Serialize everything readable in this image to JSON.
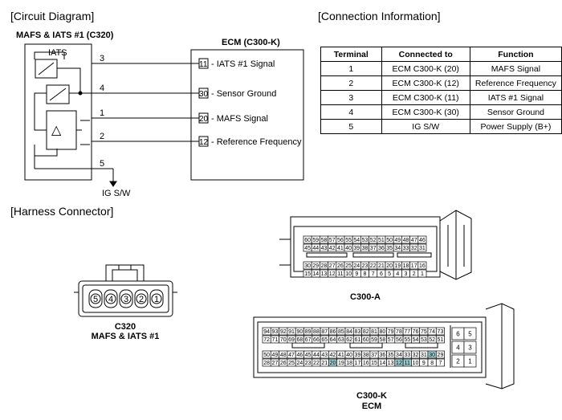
{
  "sections": {
    "circuit": "[Circuit Diagram]",
    "connection": "[Connection Information]",
    "harness": "[Harness Connector]"
  },
  "circuit": {
    "sensor_title": "MAFS & IATS #1 (C320)",
    "iats_label": "IATS",
    "triangle": "△",
    "ecm_title": "ECM (C300-K)",
    "sensor_pins": [
      "3",
      "4",
      "1",
      "2",
      "5"
    ],
    "ecm_pins": [
      {
        "pin": "11",
        "signal": "- IATS #1 Signal"
      },
      {
        "pin": "30",
        "signal": "- Sensor Ground"
      },
      {
        "pin": "20",
        "signal": "- MAFS Signal"
      },
      {
        "pin": "12",
        "signal": "- Reference Frequency"
      }
    ],
    "igsw": "IG S/W"
  },
  "connection_table": {
    "headers": [
      "Terminal",
      "Connected to",
      "Function"
    ],
    "rows": [
      [
        "1",
        "ECM C300-K (20)",
        "MAFS Signal"
      ],
      [
        "2",
        "ECM C300-K (12)",
        "Reference Frequency"
      ],
      [
        "3",
        "ECM C300-K (11)",
        "IATS #1 Signal"
      ],
      [
        "4",
        "ECM C300-K (30)",
        "Sensor Ground"
      ],
      [
        "5",
        "IG S/W",
        "Power Supply (B+)"
      ]
    ]
  },
  "c320": {
    "pins": [
      "5",
      "4",
      "3",
      "2",
      "1"
    ],
    "name": "C320",
    "desc": "MAFS & IATS #1"
  },
  "c300a": {
    "rows": [
      [
        "60",
        "59",
        "58",
        "57",
        "56",
        "55",
        "54",
        "53",
        "52",
        "51",
        "50",
        "49",
        "48",
        "47",
        "46"
      ],
      [
        "45",
        "44",
        "43",
        "42",
        "41",
        "40",
        "39",
        "38",
        "37",
        "36",
        "35",
        "34",
        "33",
        "32",
        "31"
      ],
      [
        "30",
        "29",
        "28",
        "27",
        "26",
        "25",
        "24",
        "23",
        "22",
        "21",
        "20",
        "19",
        "18",
        "17",
        "16"
      ],
      [
        "15",
        "14",
        "13",
        "12",
        "11",
        "10",
        "9",
        "8",
        "7",
        "6",
        "5",
        "4",
        "3",
        "2",
        "1"
      ]
    ],
    "label": "C300-A"
  },
  "c300k": {
    "rows": [
      [
        "94",
        "93",
        "92",
        "91",
        "90",
        "89",
        "88",
        "87",
        "86",
        "85",
        "84",
        "83",
        "82",
        "81",
        "80",
        "79",
        "78",
        "77",
        "76",
        "75",
        "74",
        "73"
      ],
      [
        "72",
        "71",
        "70",
        "69",
        "68",
        "67",
        "66",
        "65",
        "64",
        "63",
        "62",
        "61",
        "60",
        "59",
        "58",
        "57",
        "56",
        "55",
        "54",
        "53",
        "52",
        "51"
      ],
      [
        "50",
        "49",
        "48",
        "47",
        "46",
        "45",
        "44",
        "43",
        "42",
        "41",
        "40",
        "39",
        "38",
        "37",
        "36",
        "35",
        "34",
        "33",
        "32",
        "31",
        "30",
        "29"
      ],
      [
        "28",
        "27",
        "26",
        "25",
        "24",
        "23",
        "22",
        "21",
        "20",
        "19",
        "18",
        "17",
        "16",
        "15",
        "14",
        "13",
        "12",
        "11",
        "10",
        "9",
        "8",
        "7"
      ]
    ],
    "side": [
      [
        "6",
        "5"
      ],
      [
        "4",
        "3"
      ],
      [
        "2",
        "1"
      ]
    ],
    "highlight": [
      "30",
      "20",
      "12",
      "11"
    ],
    "highlight_color": "#9fcfd4",
    "label": "C300-K",
    "sublabel": "ECM"
  }
}
